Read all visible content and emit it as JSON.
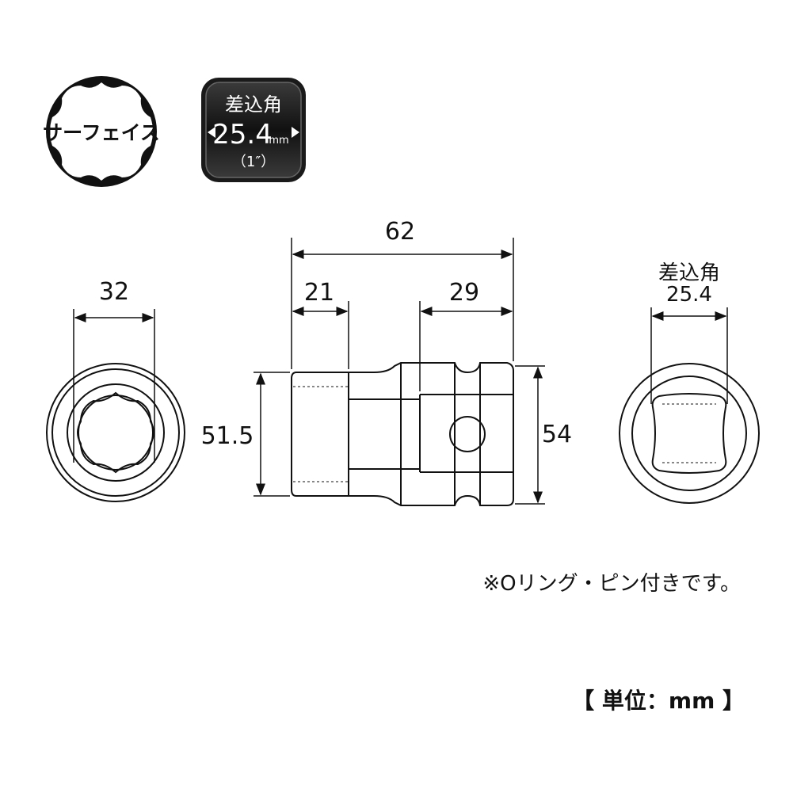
{
  "badges": {
    "type_label": "サーフェイス",
    "drive_title": "差込角",
    "drive_value": "25.4",
    "drive_unit": "mm",
    "drive_inch": "（1″）"
  },
  "dimensions": {
    "front_opening": "32",
    "total_length": "62",
    "socket_depth": "21",
    "drive_depth": "29",
    "opening_dia": "51.5",
    "body_dia": "54",
    "drive_label_line1": "差込角",
    "drive_label_line2": "25.4"
  },
  "note": "※Oリング・ピン付きです。",
  "unit_label": "【 単位：mm 】",
  "colors": {
    "ink": "#111111",
    "badge_bg": "#1a1a1a",
    "badge_border": "#555555"
  }
}
